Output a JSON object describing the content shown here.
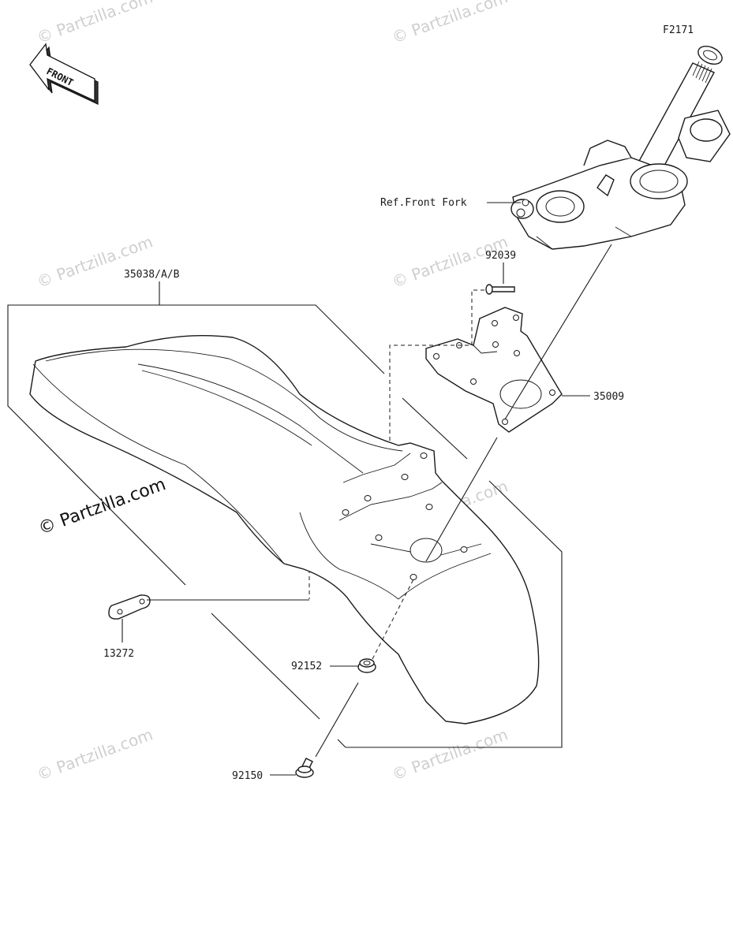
{
  "diagram": {
    "figure_code": "F2171",
    "front_label": "FRONT",
    "watermark": "© Partzilla.com",
    "reference": "Ref.Front Fork",
    "parts": [
      {
        "number": "35038/A/B"
      },
      {
        "number": "92039"
      },
      {
        "number": "35009"
      },
      {
        "number": "13272"
      },
      {
        "number": "92152"
      },
      {
        "number": "92150"
      }
    ]
  }
}
